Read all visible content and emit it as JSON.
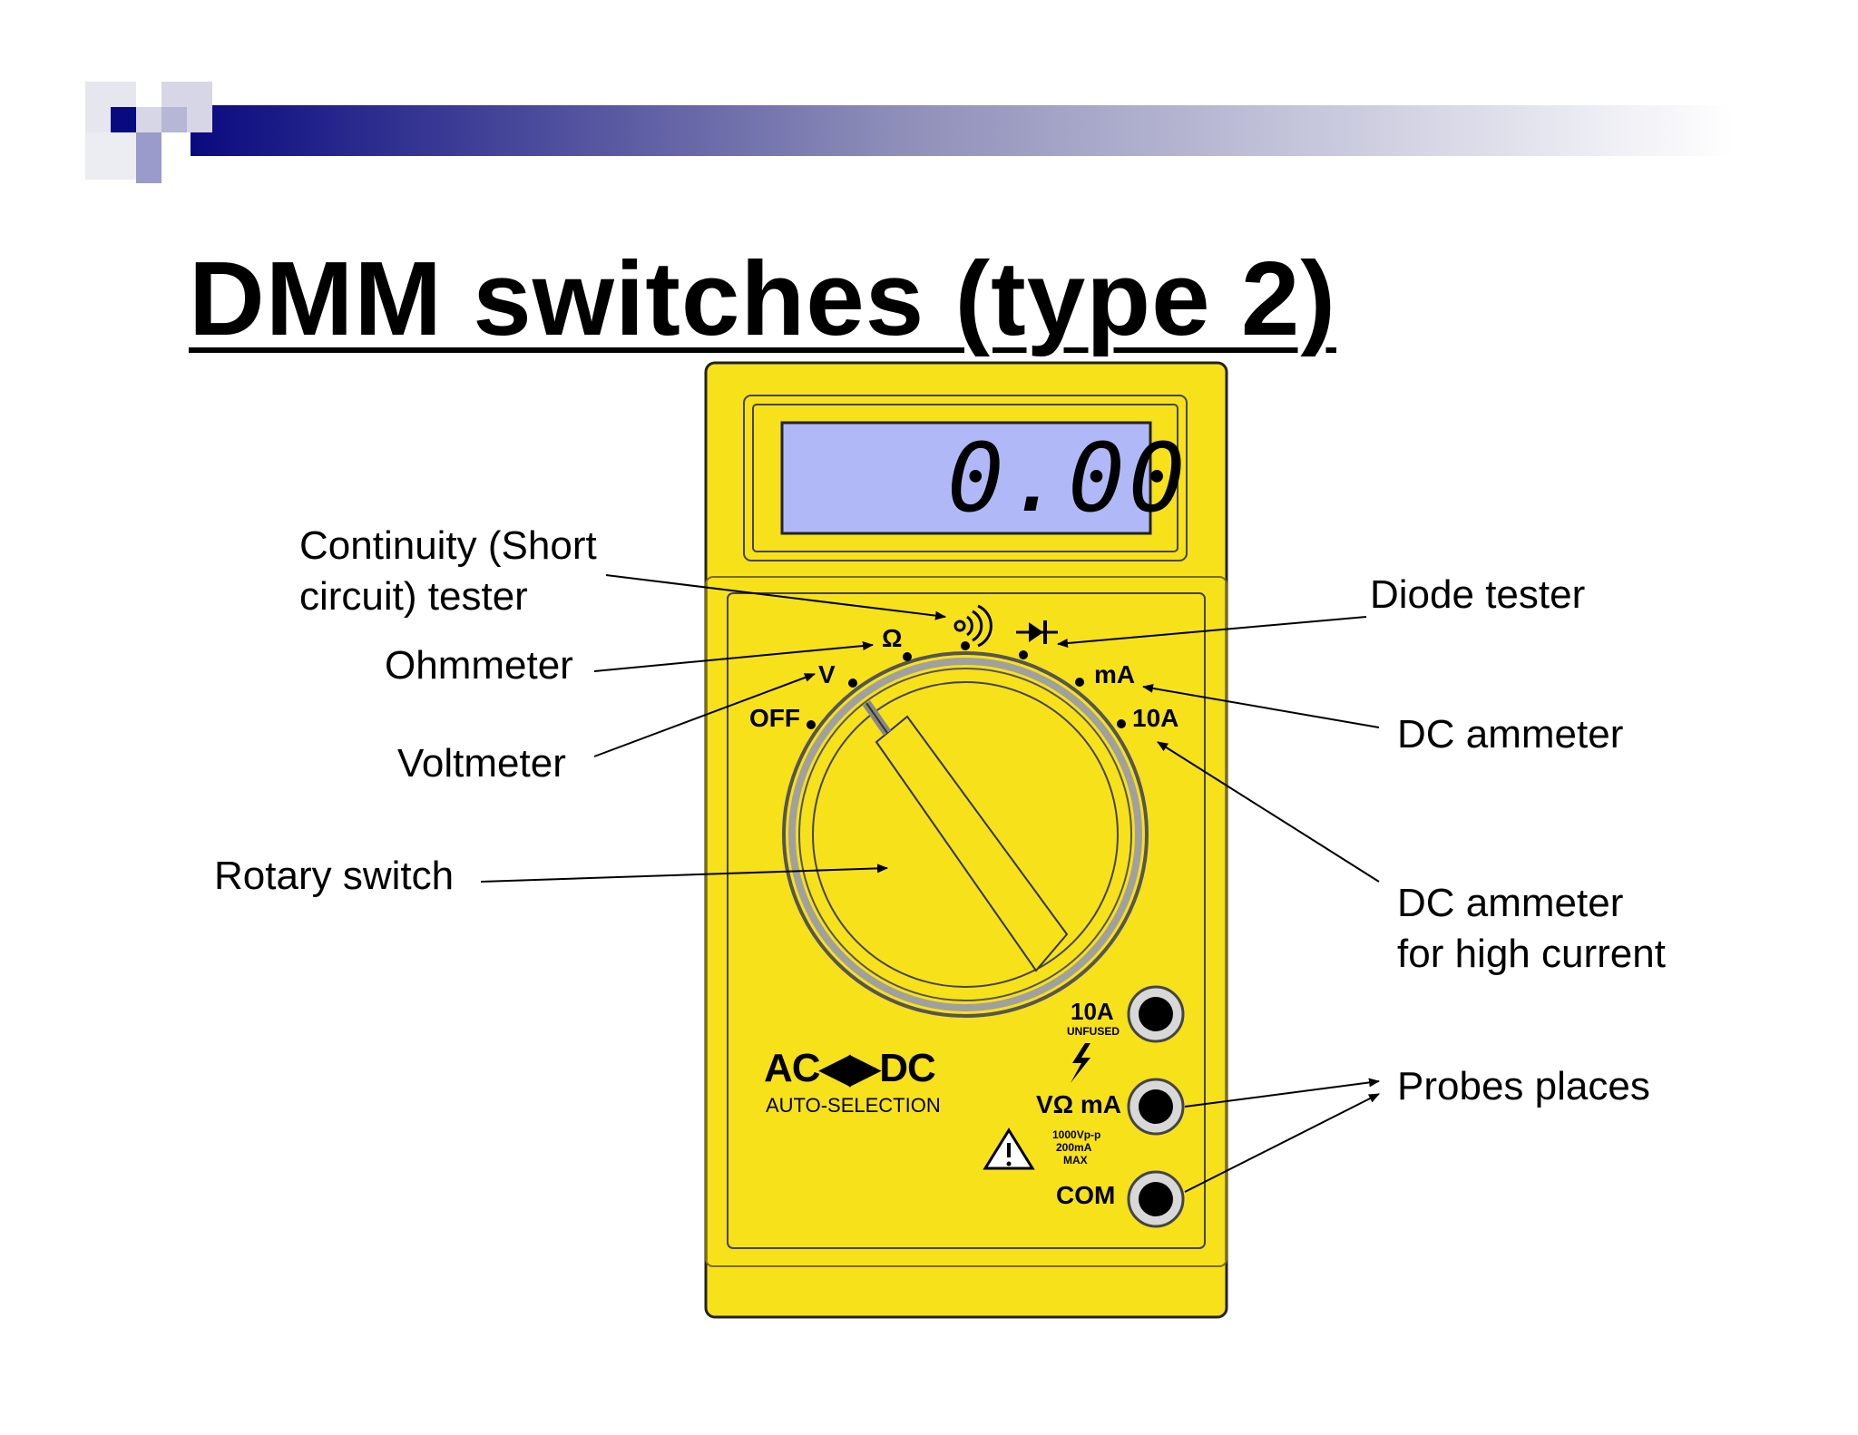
{
  "slide": {
    "title": "DMM switches (type 2)",
    "colors": {
      "banner_dark": "#0a0a80",
      "banner_light": "#f2f2f7",
      "meter_body": "#f7e11a",
      "lcd": "#b0b8f8"
    }
  },
  "meter": {
    "display_value": "0.00",
    "dial_labels": {
      "off": "OFF",
      "volt": "V",
      "ohm": "Ω",
      "continuity_icon": "continuity-icon",
      "diode_icon": "diode-icon",
      "milliamp": "mA",
      "ten_amp": "10A"
    },
    "mode_label": "AC◀▶DC",
    "mode_sublabel": "AUTO-SELECTION",
    "jacks": {
      "ten_amp_label": "10A",
      "ten_amp_fused": "UNFUSED",
      "vohm_label": "VΩ mA",
      "com_label": "COM",
      "rating_lines": [
        "1000Vp-p",
        "200mA",
        "MAX"
      ]
    }
  },
  "annotations": {
    "continuity_line1": "Continuity (Short",
    "continuity_line2": "circuit) tester",
    "ohmmeter": "Ohmmeter",
    "voltmeter": "Voltmeter",
    "rotary_switch": "Rotary switch",
    "diode_tester": "Diode tester",
    "dc_ammeter": "DC ammeter",
    "high_current_line1": "DC ammeter",
    "high_current_line2": "for high current",
    "probes": "Probes places"
  }
}
